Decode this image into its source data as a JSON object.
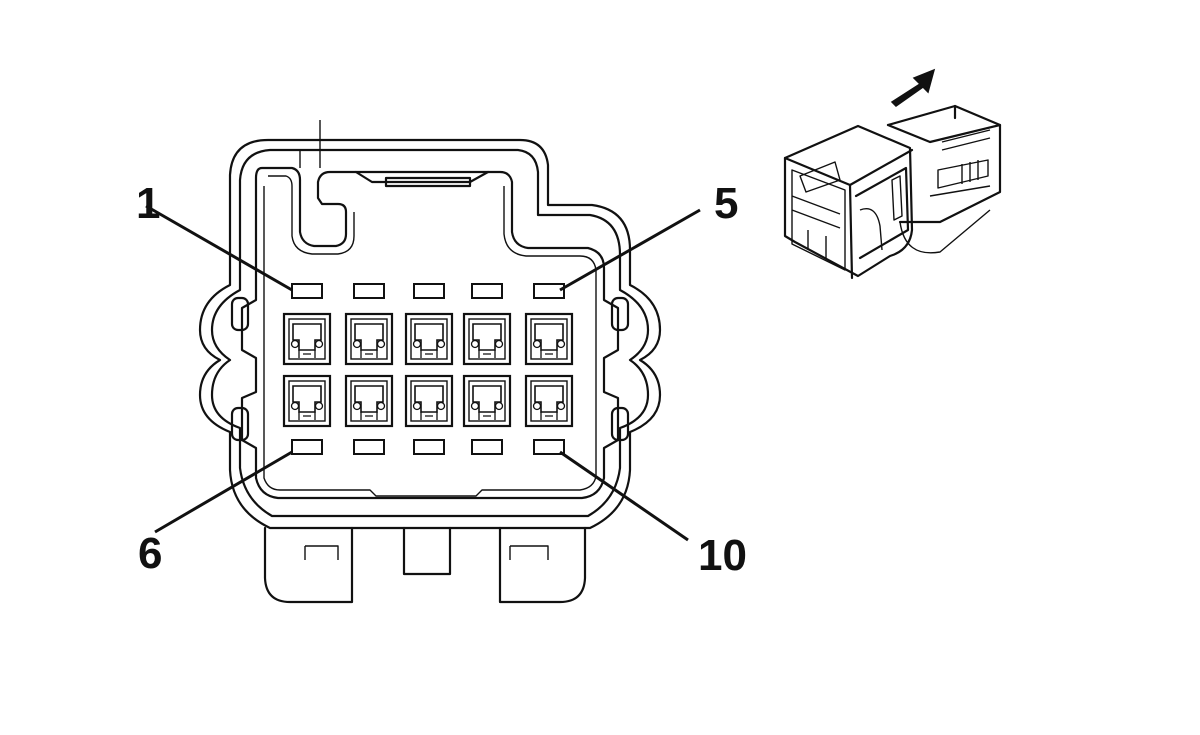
{
  "pin_labels": {
    "pin_1": "1",
    "pin_5": "5",
    "pin_6": "6",
    "pin_10": "10"
  },
  "connector": {
    "pin_rows": 2,
    "pins_per_row": 5
  },
  "colors": {
    "line": "#111111",
    "background": "#ffffff"
  },
  "icons": {
    "direction": "arrow-up-right-icon"
  }
}
